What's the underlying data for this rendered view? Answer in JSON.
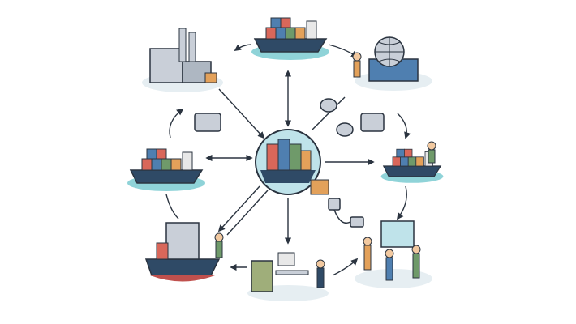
{
  "colors": {
    "background": "#ffffff",
    "outline": "#2b3440",
    "water": "#8fd3d8",
    "hull": "#2f4a66",
    "hull_red": "#c0504d",
    "building": "#c9cfd8",
    "container_red": "#d9675a",
    "container_blue": "#4f7fb0",
    "container_green": "#6f9a6a",
    "container_orange": "#e3a15a",
    "hub": "#bfe3ea"
  },
  "nodes": [
    {
      "id": "factory",
      "icon": "factory-icon"
    },
    {
      "id": "cargo-ship-top",
      "icon": "cargo-ship-icon"
    },
    {
      "id": "globe-warehouse",
      "icon": "globe-warehouse-icon"
    },
    {
      "id": "cargo-ship-left",
      "icon": "cargo-ship-icon"
    },
    {
      "id": "cargo-ship-right",
      "icon": "cargo-ship-workers-icon"
    },
    {
      "id": "port-building-ship",
      "icon": "port-building-icon"
    },
    {
      "id": "office-desk",
      "icon": "office-workers-icon"
    },
    {
      "id": "monitor-team",
      "icon": "monitor-team-icon"
    },
    {
      "id": "central-hub",
      "icon": "container-hub-icon"
    }
  ]
}
